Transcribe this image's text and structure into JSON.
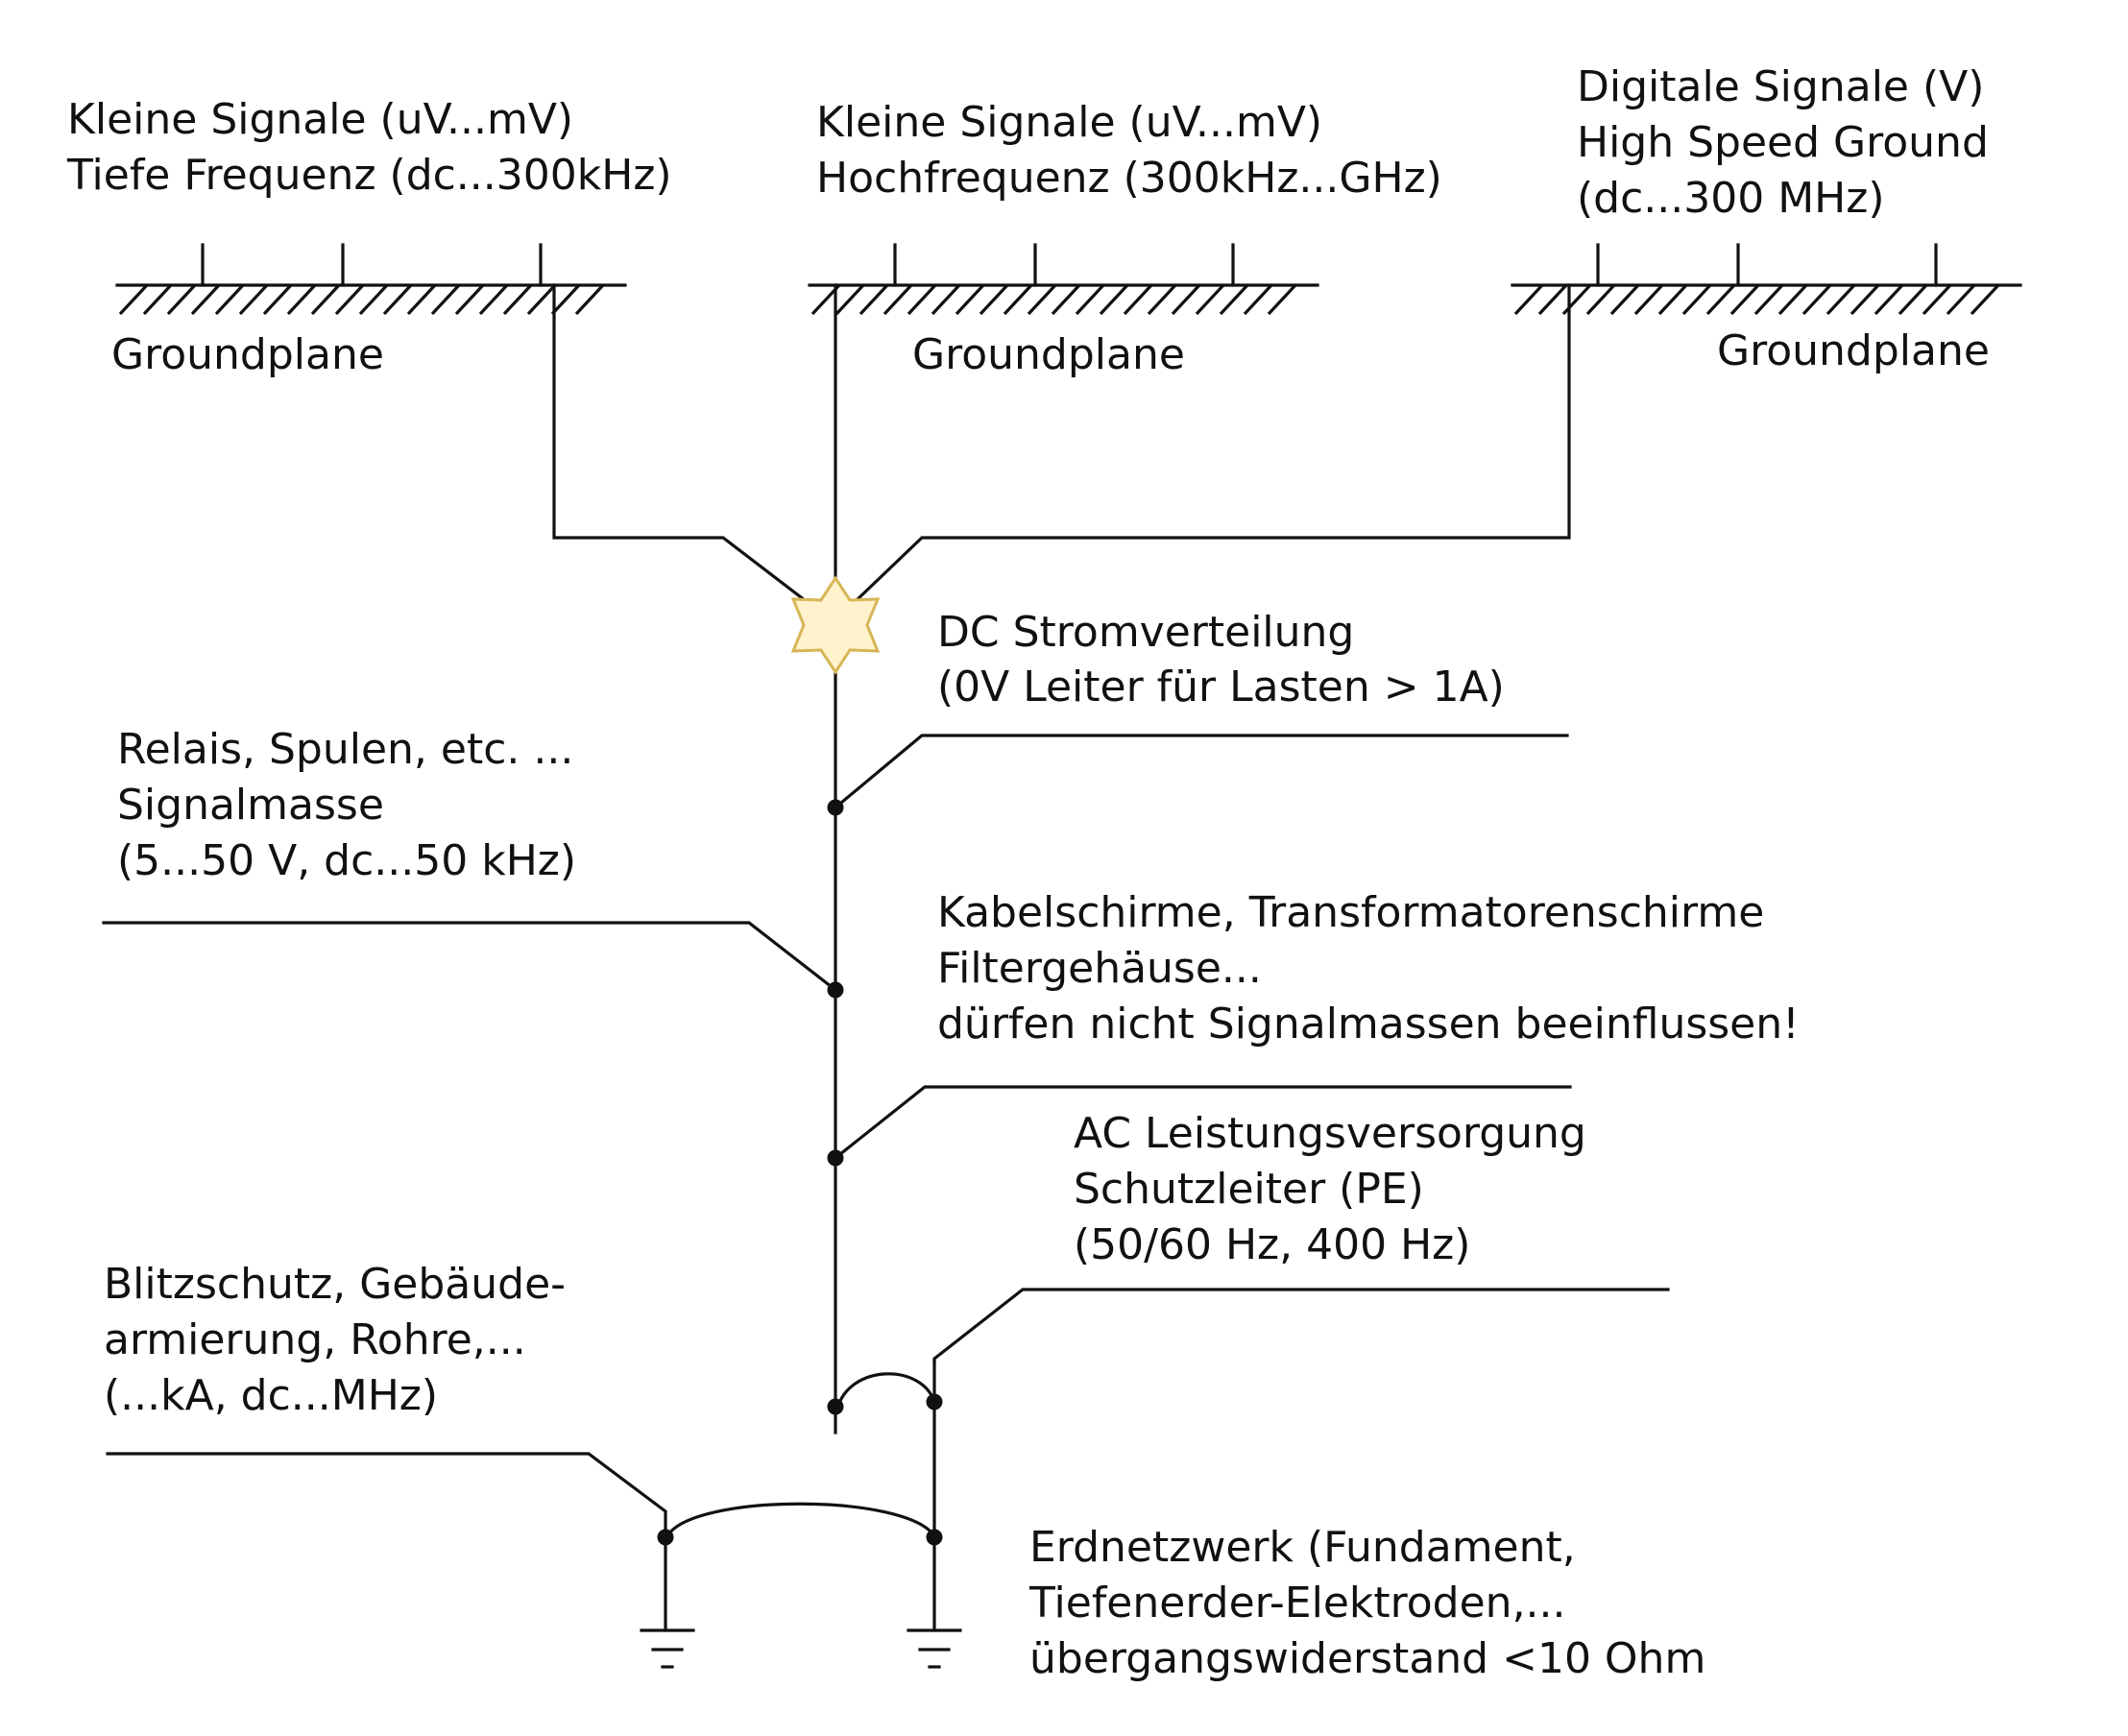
{
  "labels": {
    "plane1": [
      "Kleine Signale (uV...mV)",
      "Tiefe Frequenz (dc...300kHz)"
    ],
    "plane2": [
      "Kleine Signale (uV...mV)",
      "Hochfrequenz (300kHz...GHz)"
    ],
    "plane3": [
      "Digitale Signale (V)",
      "High Speed Ground",
      "(dc...300 MHz)"
    ],
    "groundplane1": "Groundplane",
    "groundplane2": "Groundplane",
    "groundplane3": "Groundplane",
    "dc": [
      "DC Stromverteilung",
      "(0V Leiter für Lasten > 1A)"
    ],
    "relais": [
      "Relais, Spulen, etc. ...",
      "Signalmasse",
      "(5...50 V, dc...50 kHz)"
    ],
    "kabel": [
      "Kabelschirme, Transformatorenschirme",
      "Filtergehäuse...",
      "dürfen nicht Signalmassen beeinflussen!"
    ],
    "ac": [
      "AC Leistungsversorgung",
      "Schutzleiter (PE)",
      "(50/60 Hz, 400 Hz)"
    ],
    "blitz": [
      "Blitzschutz, Gebäude-",
      "armierung, Rohre,...",
      "(...kA, dc...MHz)"
    ],
    "erd": [
      "Erdnetzwerk (Fundament,",
      "Tiefenerder-Elektroden,...",
      "übergangswiderstand <10 Ohm"
    ]
  },
  "colors": {
    "line": "#111111",
    "star_fill": "#fff2cc",
    "star_stroke": "#d6b656"
  },
  "icons": [
    "groundplane-hatch",
    "star-point",
    "ground-symbol"
  ]
}
